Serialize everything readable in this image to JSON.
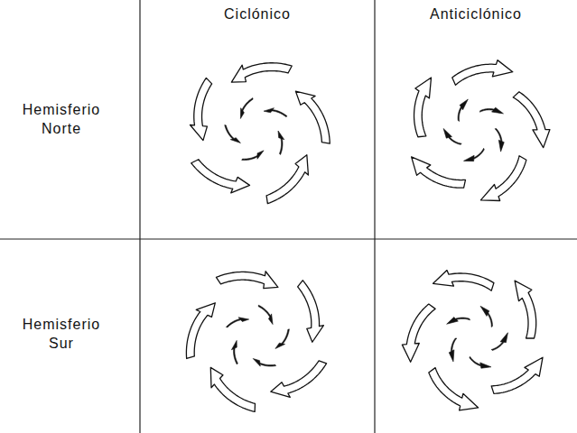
{
  "diagram": {
    "labels": [
      "Ciclónico",
      "Anticiclónico",
      "Hemisferio Norte",
      "Hemisferio Sur"
    ]
  }
}
